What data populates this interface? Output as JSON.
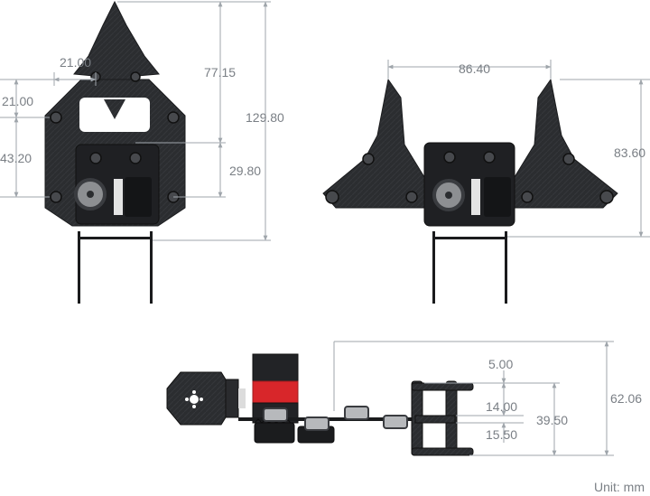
{
  "views": {
    "front": {
      "dimensions": {
        "top_width": "21.00",
        "left_upper": "21.00",
        "left_lower": "43.20",
        "upper_height": "77.15",
        "lower_height": "29.80",
        "total_height": "129.80"
      }
    },
    "open": {
      "dimensions": {
        "jaw_width": "86.40",
        "height": "83.60"
      }
    },
    "side": {
      "dimensions": {
        "top_gap": "5.00",
        "mid_gap": "14.00",
        "lower_gap": "15.50",
        "bracket_height": "39.50",
        "total_height": "62.06"
      }
    }
  },
  "unit_label": "Unit: mm",
  "colors": {
    "plate": "#2b2d30",
    "plate_edge": "#1a1b1d",
    "bolt": "#47494d",
    "servo_accent": "#d8262a",
    "dimension_line": "#9fa5ab",
    "dimension_text": "#7a7f85"
  }
}
